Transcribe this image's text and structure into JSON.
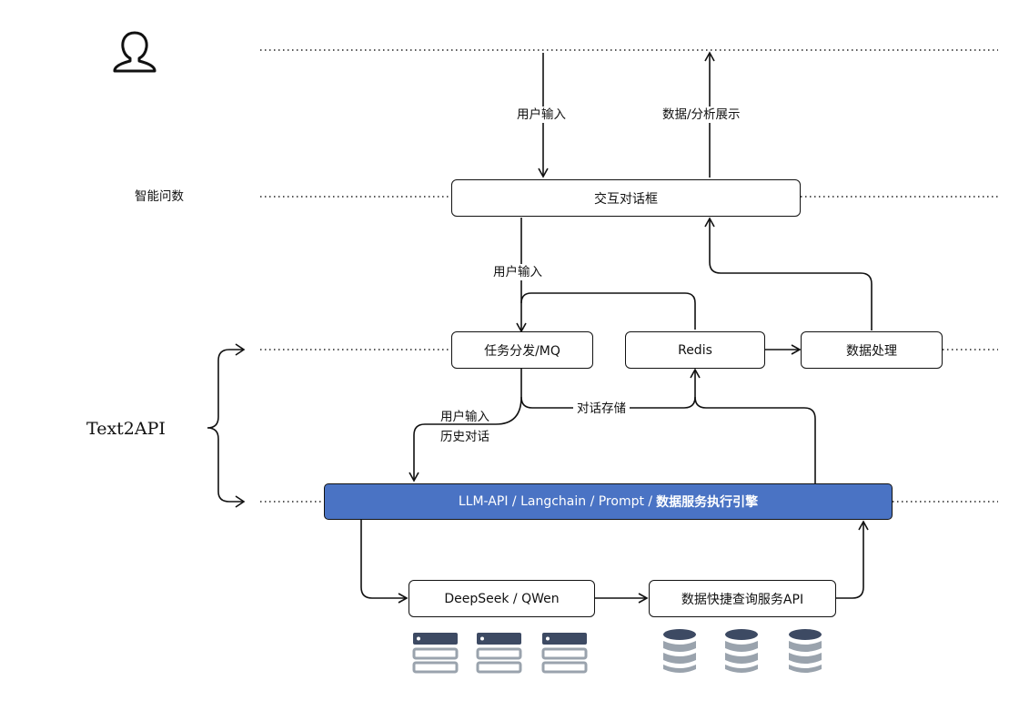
{
  "title_left": {
    "qa_layer": "智能问数",
    "text2api": "Text2API"
  },
  "boxes": {
    "dialog": "交互对话框",
    "dispatch": "任务分发/MQ",
    "redis": "Redis",
    "processing": "数据处理",
    "deepseek": "DeepSeek / QWen",
    "query_api": "数据快捷查询服务API"
  },
  "engine": {
    "prefix": "LLM-API / Langchain / Prompt /",
    "bold": "数据服务执行引擎",
    "color": "#4a73c4"
  },
  "edge_labels": {
    "user_input_top": "用户输入",
    "display": "数据/分析展示",
    "user_input_mid": "用户输入",
    "store": "对话存储",
    "user_input_low_1": "用户输入",
    "user_input_low_2": "历史对话"
  },
  "icons": {
    "user": "user-icon",
    "server": "server-icon",
    "database": "database-icon"
  }
}
